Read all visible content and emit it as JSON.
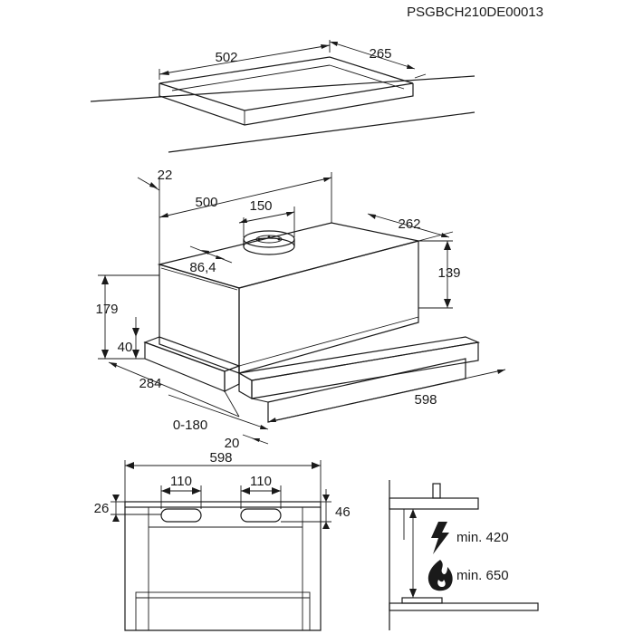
{
  "document_code": "PSGBCH210DE00013",
  "cutout": {
    "width": "502",
    "depth": "265"
  },
  "unit": {
    "gap_top": "22",
    "width": "500",
    "outlet": "150",
    "depth": "262",
    "outlet_offset": "86,4",
    "body_height": "139",
    "total_height": "179",
    "front_height": "40",
    "front_depth": "284",
    "pullout": "0-180",
    "panel": "20",
    "front_width": "598"
  },
  "front_view": {
    "width": "598",
    "hole_left": "110",
    "hole_right": "110",
    "left_offset": "26",
    "right_offset": "46"
  },
  "clearance": {
    "electric": "min. 420",
    "gas": "min. 650",
    "electric_icon": "lightning-icon",
    "gas_icon": "flame-icon"
  }
}
